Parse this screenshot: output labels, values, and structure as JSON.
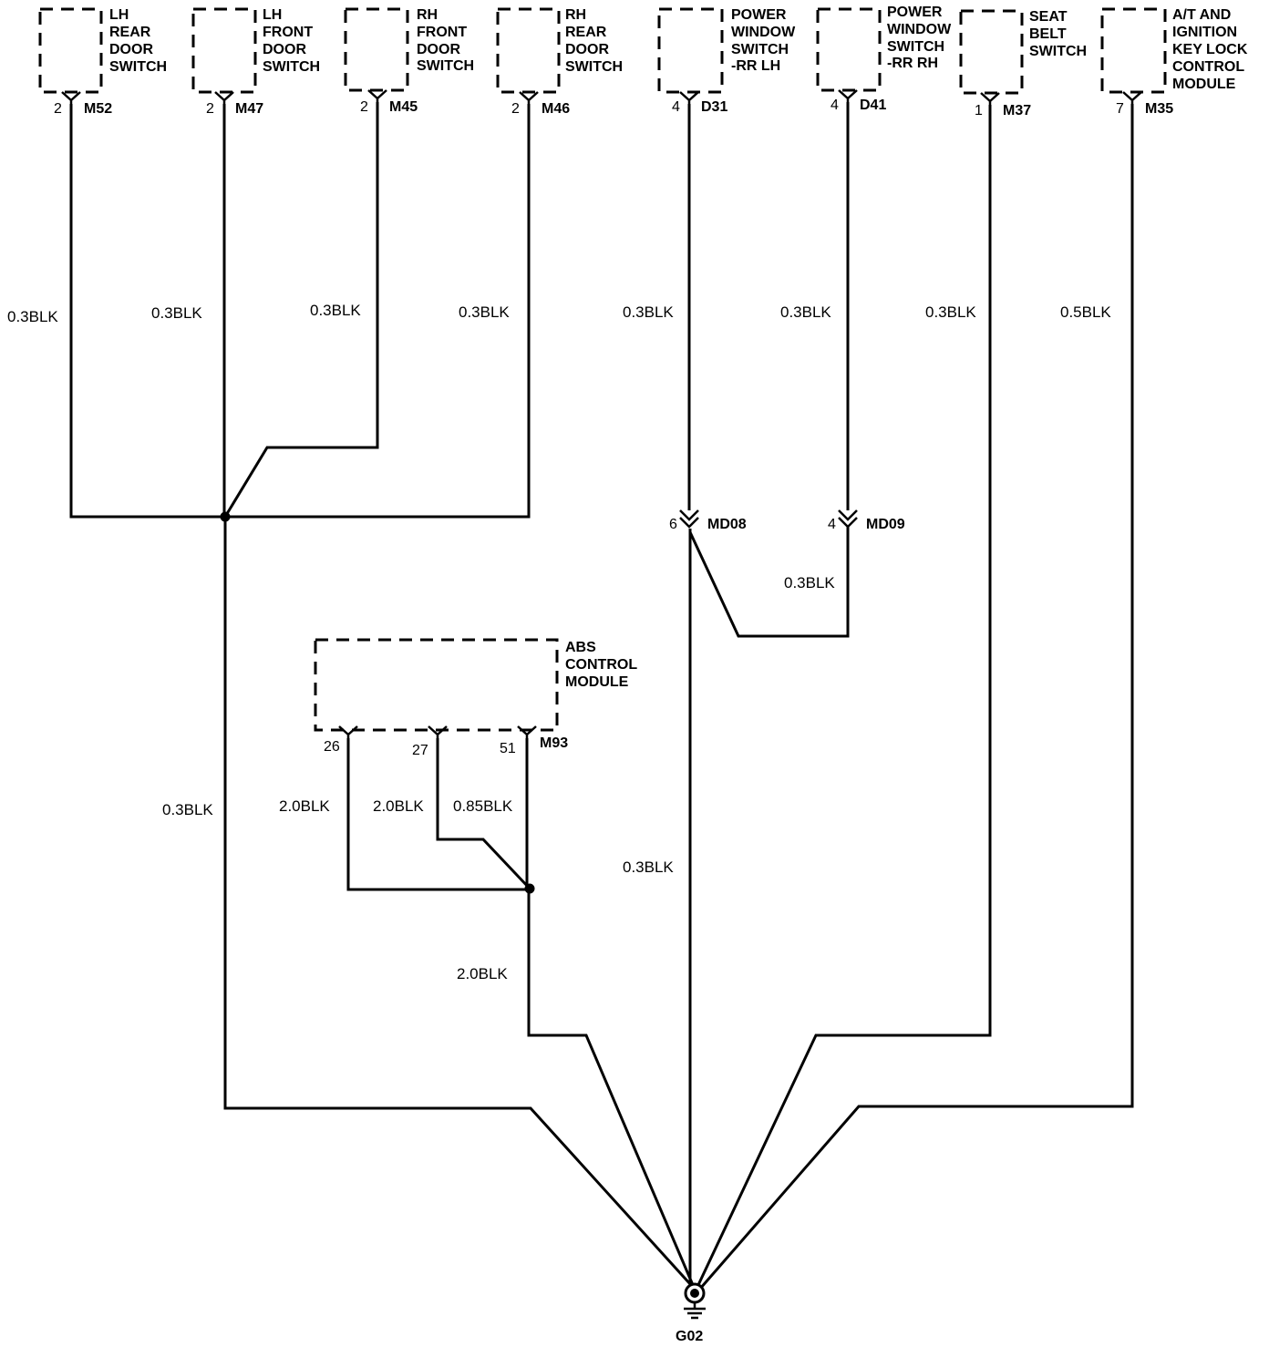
{
  "components": {
    "lh_rear_door_switch": {
      "lines": [
        "LH",
        "REAR",
        "DOOR",
        "SWITCH"
      ],
      "pin": "2",
      "connector": "M52"
    },
    "lh_front_door_switch": {
      "lines": [
        "LH",
        "FRONT",
        "DOOR",
        "SWITCH"
      ],
      "pin": "2",
      "connector": "M47"
    },
    "rh_front_door_switch": {
      "lines": [
        "RH",
        "FRONT",
        "DOOR",
        "SWITCH"
      ],
      "pin": "2",
      "connector": "M45"
    },
    "rh_rear_door_switch": {
      "lines": [
        "RH",
        "REAR",
        "DOOR",
        "SWITCH"
      ],
      "pin": "2",
      "connector": "M46"
    },
    "power_window_switch_rr_lh": {
      "lines": [
        "POWER",
        "WINDOW",
        "SWITCH",
        "-RR LH"
      ],
      "pin": "4",
      "connector": "D31"
    },
    "power_window_switch_rr_rh": {
      "lines": [
        "POWER",
        "WINDOW",
        "SWITCH",
        "-RR RH"
      ],
      "pin": "4",
      "connector": "D41"
    },
    "seat_belt_switch": {
      "lines": [
        "SEAT",
        "BELT",
        "SWITCH"
      ],
      "pin": "1",
      "connector": "M37"
    },
    "at_ignition_key_lock_module": {
      "lines": [
        "A/T AND",
        "IGNITION",
        "KEY LOCK",
        "CONTROL",
        "MODULE"
      ],
      "pin": "7",
      "connector": "M35"
    },
    "abs_control_module": {
      "lines": [
        "ABS",
        "CONTROL",
        "MODULE"
      ],
      "pins": [
        "26",
        "27",
        "51"
      ],
      "connector": "M93"
    }
  },
  "inline_connectors": {
    "md08": {
      "pin": "6",
      "connector": "MD08"
    },
    "md09": {
      "pin": "4",
      "connector": "MD09"
    }
  },
  "wire_labels": {
    "m52": "0.3BLK",
    "m47": "0.3BLK",
    "m45": "0.3BLK",
    "m46": "0.3BLK",
    "d31": "0.3BLK",
    "d41": "0.3BLK",
    "m37": "0.3BLK",
    "m35": "0.5BLK",
    "md09_to_md08": "0.3BLK",
    "door_trunk": "0.3BLK",
    "abs_26": "2.0BLK",
    "abs_27": "2.0BLK",
    "abs_51": "0.85BLK",
    "abs_trunk": "2.0BLK",
    "md08_trunk": "0.3BLK"
  },
  "ground": {
    "name": "G02"
  }
}
